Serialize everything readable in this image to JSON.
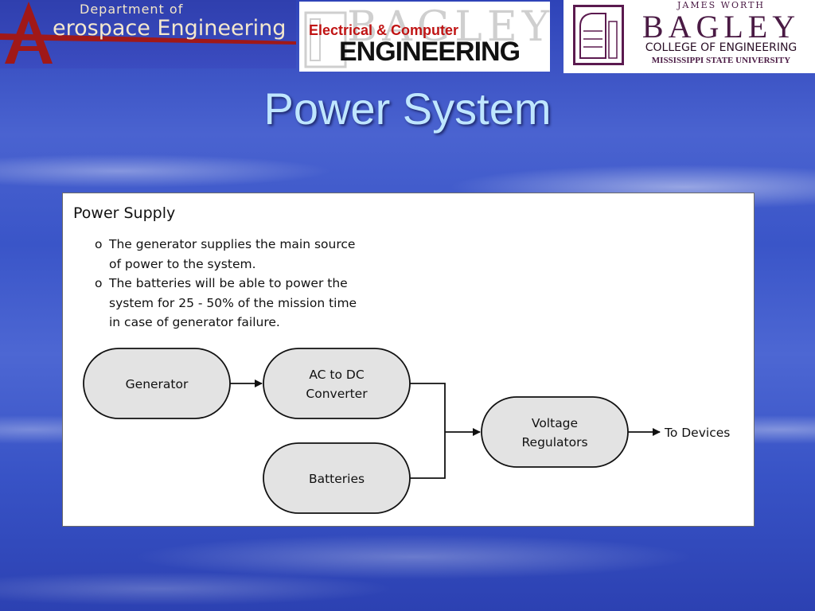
{
  "logos": {
    "aerospace": {
      "dept": "Department of",
      "name": "erospace Engineering"
    },
    "ece": {
      "line1": "Electrical & Computer",
      "line2": "ENGINEERING"
    },
    "bagley": {
      "top": "JAMES WORTH",
      "name": "BAGLEY",
      "college": "COLLEGE OF ENGINEERING",
      "university": "MISSISSIPPI STATE UNIVERSITY"
    }
  },
  "slide": {
    "title": "Power System"
  },
  "panel": {
    "heading": "Power Supply",
    "bullet_marker": "o",
    "bullets": [
      [
        "The generator supplies the main source",
        "of power to the system."
      ],
      [
        "The batteries will be able to power the",
        "system for 25 - 50% of the mission time",
        "in case of generator failure."
      ]
    ]
  },
  "diagram": {
    "nodes": {
      "generator": [
        "Generator"
      ],
      "converter": [
        "AC to DC",
        "Converter"
      ],
      "batteries": [
        "Batteries"
      ],
      "regulators": [
        "Voltage",
        "Regulators"
      ]
    },
    "output_label": "To Devices",
    "colors": {
      "node_fill": "#e3e3e3",
      "node_stroke": "#111111",
      "title": "#bfe6ff",
      "ece_red": "#c01414",
      "bagley_maroon": "#5b1a4f"
    }
  }
}
